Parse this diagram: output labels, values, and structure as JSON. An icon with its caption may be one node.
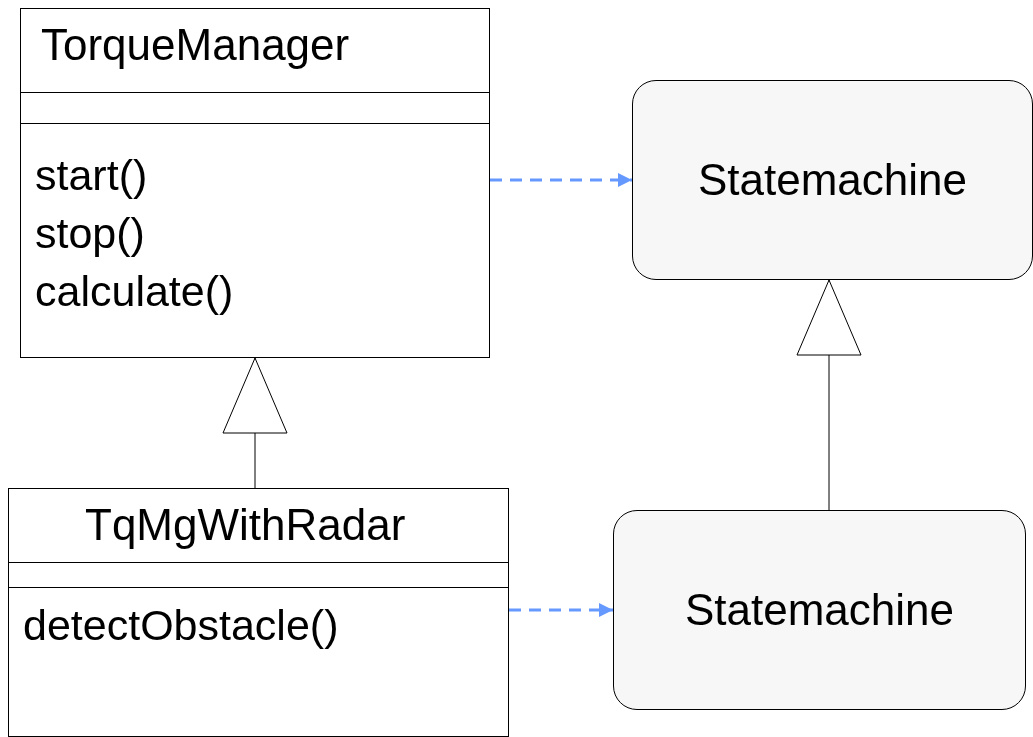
{
  "diagram": {
    "nodes": [
      {
        "text": [
          "TorqueManager",
          "start()",
          "stop()",
          "calculate()"
        ]
      },
      {
        "text": [
          "Statemachine"
        ]
      },
      {
        "text": [
          "TqMgWithRadar",
          "detectObstacle()"
        ]
      },
      {
        "text": [
          "Statemachine"
        ]
      }
    ],
    "edges": [
      {
        "from": 0,
        "to": 1,
        "arrow": "to",
        "style": "dashed",
        "color": "#6699ff"
      },
      {
        "from": 2,
        "to": 3,
        "arrow": "to",
        "style": "dashed",
        "color": "#6699ff"
      },
      {
        "from": 2,
        "to": 0,
        "arrow": "to",
        "color": "#000000"
      },
      {
        "from": 3,
        "to": 1,
        "arrow": "to",
        "color": "#000000"
      }
    ]
  }
}
